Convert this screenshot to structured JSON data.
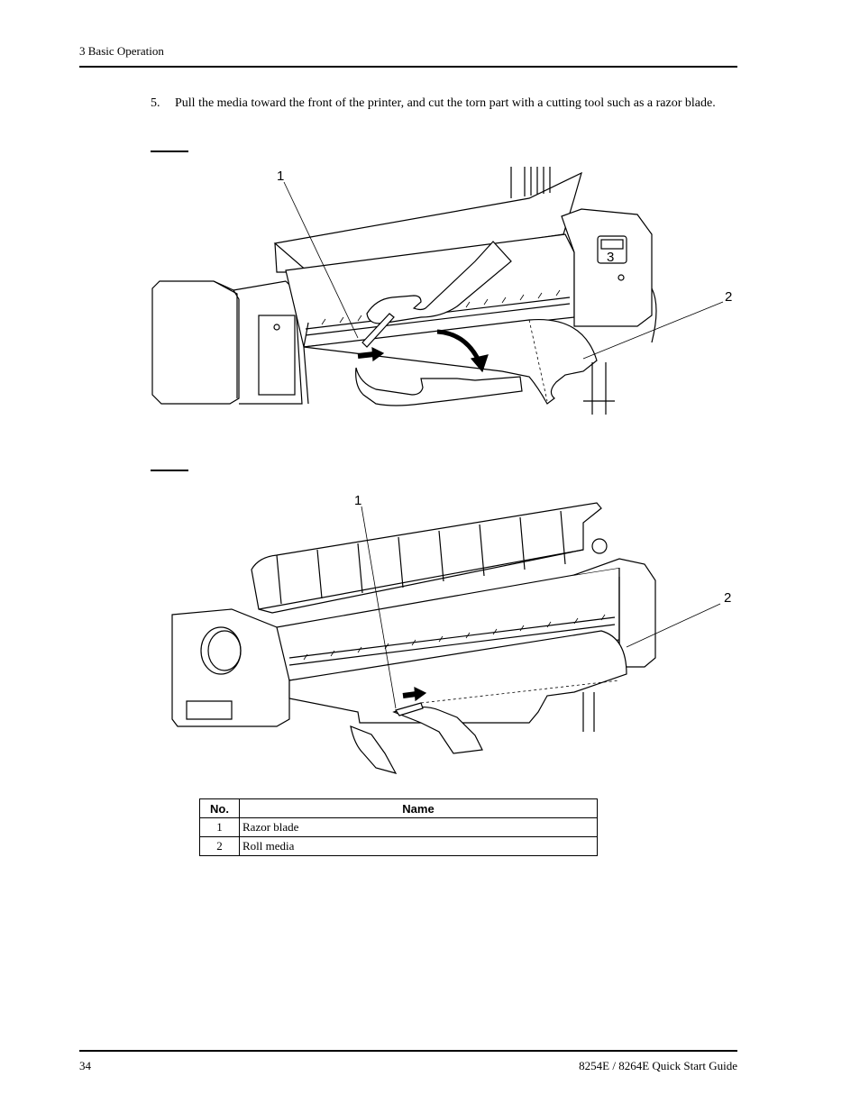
{
  "header": {
    "section": "3 Basic Operation"
  },
  "step": {
    "number": "5.",
    "text": "Pull the media toward the front of the printer, and cut the torn part with a cutting tool such as a razor blade."
  },
  "figure1": {
    "callouts": [
      "1",
      "2",
      "3"
    ]
  },
  "figure2": {
    "callouts": [
      "1",
      "2"
    ]
  },
  "parts_table": {
    "headers": [
      "No.",
      "Name"
    ],
    "rows": [
      {
        "no": "1",
        "name": "Razor blade"
      },
      {
        "no": "2",
        "name": "Roll media"
      }
    ]
  },
  "footer": {
    "page": "34",
    "title": "8254E / 8264E Quick Start Guide"
  }
}
